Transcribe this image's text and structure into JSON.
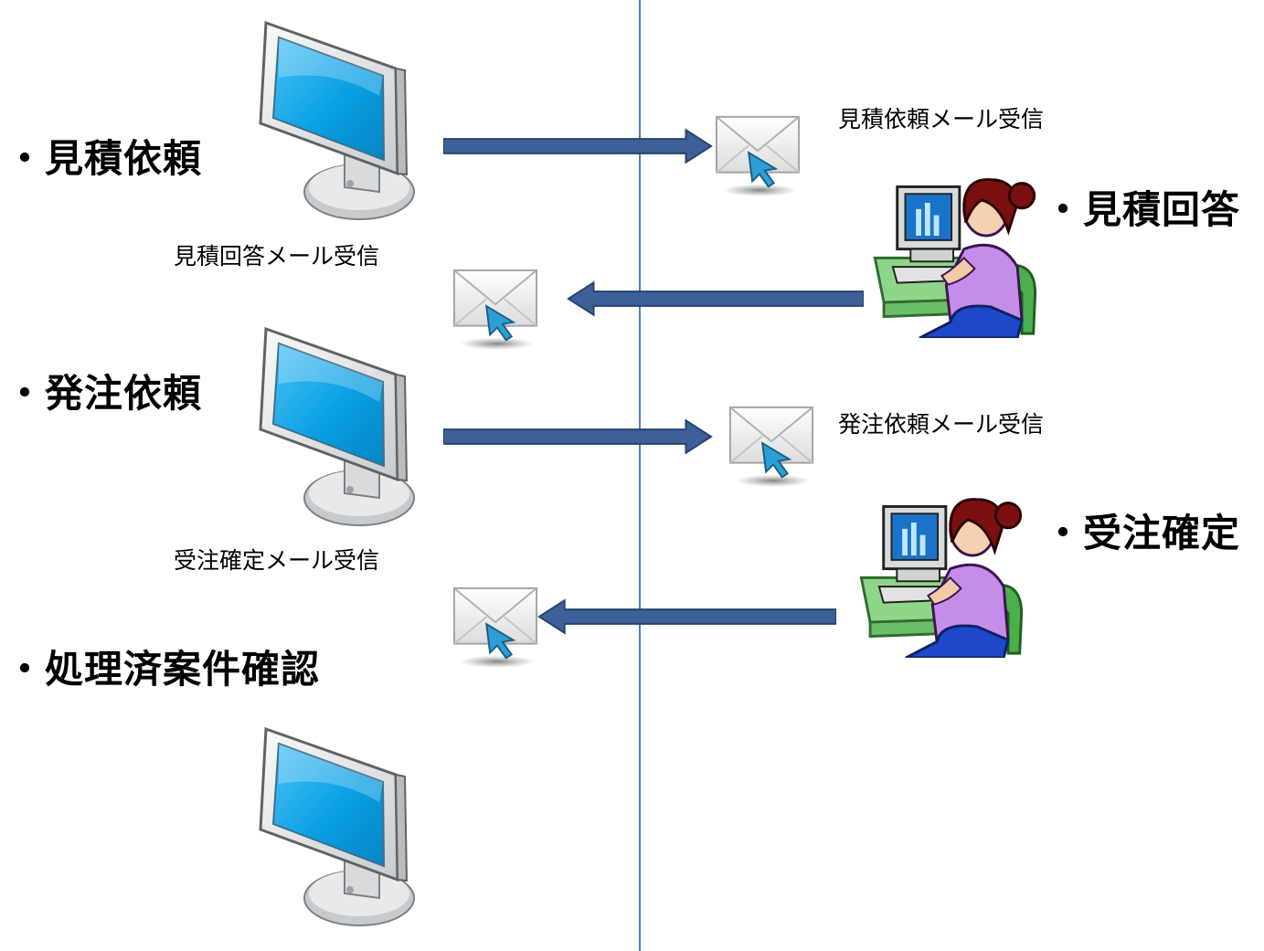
{
  "client_steps": [
    {
      "label": "・見積依頼"
    },
    {
      "label": "・発注依頼"
    },
    {
      "label": "・処理済案件確認"
    }
  ],
  "supplier_steps": [
    {
      "label": "・見積回答"
    },
    {
      "label": "・受注確定"
    }
  ],
  "notifications": [
    {
      "label": "見積依頼メール受信",
      "direction": "to-supplier"
    },
    {
      "label": "見積回答メール受信",
      "direction": "to-client"
    },
    {
      "label": "発注依頼メール受信",
      "direction": "to-supplier"
    },
    {
      "label": "受注確定メール受信",
      "direction": "to-client"
    }
  ],
  "colors": {
    "arrow": "#3c6199",
    "divider": "#4f7fbd",
    "screen": "#0aa0e4",
    "person_top": "#c58de8"
  },
  "icons": [
    "monitor-icon",
    "mail-icon",
    "person-at-computer-icon"
  ]
}
